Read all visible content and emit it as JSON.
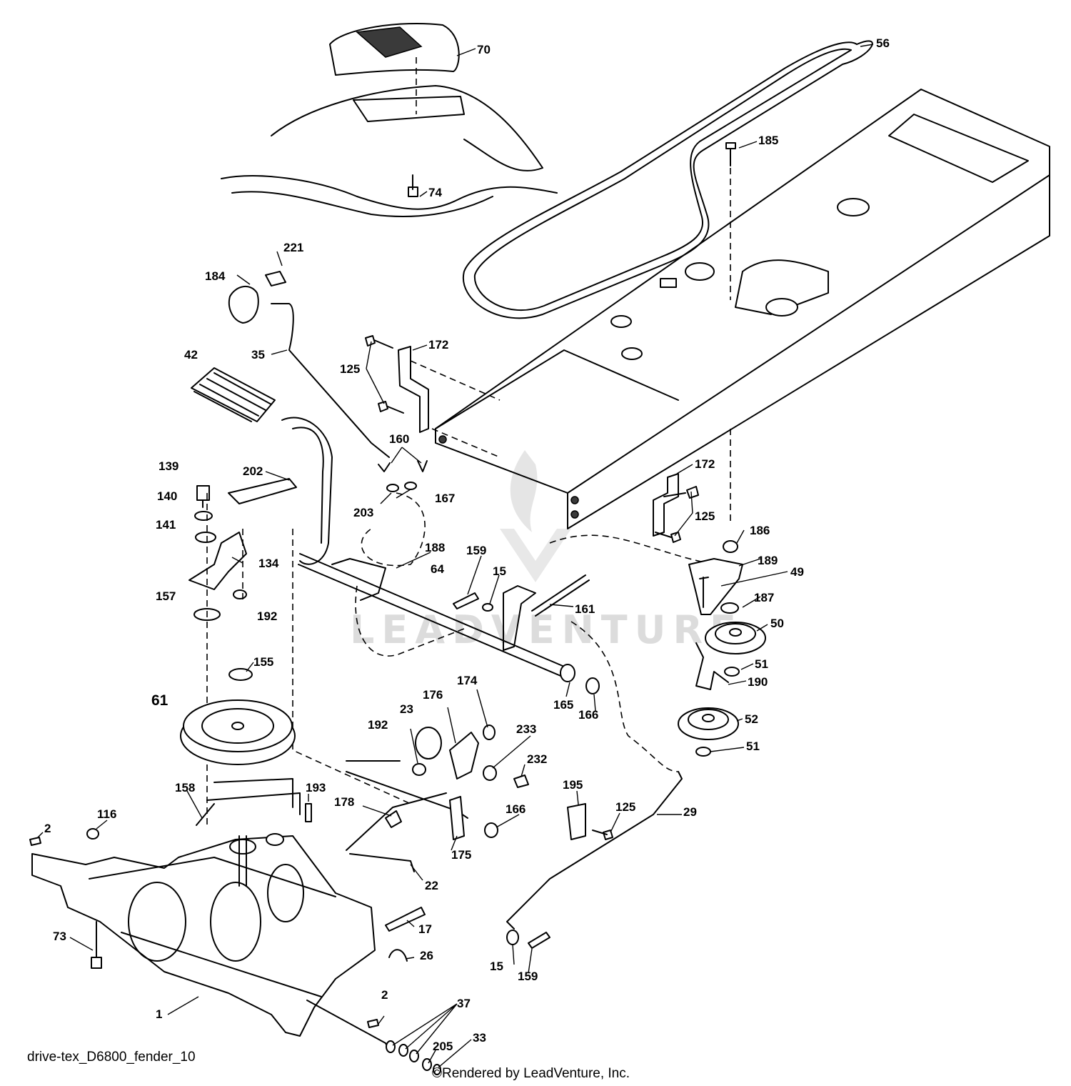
{
  "diagram": {
    "labels": [
      {
        "text": "70"
      },
      {
        "text": "56"
      },
      {
        "text": "185"
      },
      {
        "text": "74"
      },
      {
        "text": "221"
      },
      {
        "text": "184"
      },
      {
        "text": "35"
      },
      {
        "text": "42"
      },
      {
        "text": "172"
      },
      {
        "text": "125"
      },
      {
        "text": "160"
      },
      {
        "text": "139"
      },
      {
        "text": "202"
      },
      {
        "text": "140"
      },
      {
        "text": "141"
      },
      {
        "text": "134"
      },
      {
        "text": "157"
      },
      {
        "text": "192"
      },
      {
        "text": "203"
      },
      {
        "text": "167"
      },
      {
        "text": "172"
      },
      {
        "text": "125"
      },
      {
        "text": "186"
      },
      {
        "text": "188"
      },
      {
        "text": "159"
      },
      {
        "text": "64"
      },
      {
        "text": "15"
      },
      {
        "text": "161"
      },
      {
        "text": "189"
      },
      {
        "text": "49"
      },
      {
        "text": "187"
      },
      {
        "text": "50"
      },
      {
        "text": "155"
      },
      {
        "text": "61"
      },
      {
        "text": "165"
      },
      {
        "text": "166"
      },
      {
        "text": "51"
      },
      {
        "text": "190"
      },
      {
        "text": "174"
      },
      {
        "text": "176"
      },
      {
        "text": "23"
      },
      {
        "text": "192"
      },
      {
        "text": "233"
      },
      {
        "text": "52"
      },
      {
        "text": "51"
      },
      {
        "text": "232"
      },
      {
        "text": "158"
      },
      {
        "text": "193"
      },
      {
        "text": "195"
      },
      {
        "text": "178"
      },
      {
        "text": "166"
      },
      {
        "text": "125"
      },
      {
        "text": "29"
      },
      {
        "text": "116"
      },
      {
        "text": "2"
      },
      {
        "text": "175"
      },
      {
        "text": "22"
      },
      {
        "text": "17"
      },
      {
        "text": "73"
      },
      {
        "text": "26"
      },
      {
        "text": "15"
      },
      {
        "text": "159"
      },
      {
        "text": "1"
      },
      {
        "text": "2"
      },
      {
        "text": "37"
      },
      {
        "text": "205"
      },
      {
        "text": "33"
      }
    ],
    "drawing_id": "drive-tex_D6800_fender_10",
    "rendered_by": "©Rendered by LeadVenture, Inc.",
    "watermark": "LEADVENTURE"
  }
}
